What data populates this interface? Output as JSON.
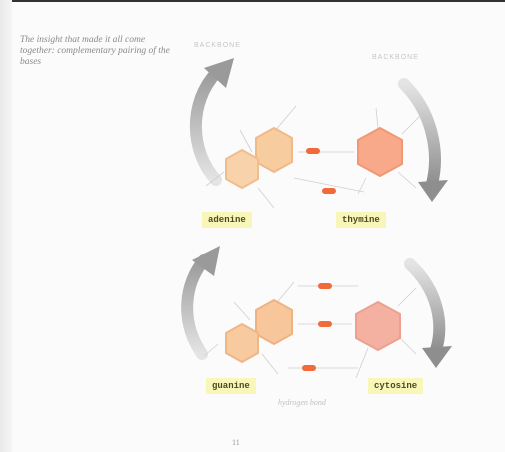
{
  "caption": "The insight that made it all come together: complementary pairing of the bases",
  "strand_labels": {
    "left": "BACKBONE",
    "right": "BACKBONE"
  },
  "bases": {
    "adenine": "adenine",
    "thymine": "thymine",
    "guanine": "guanine",
    "cytosine": "cytosine"
  },
  "hydrogen_bond_label": "hydrogen bond",
  "page_number": "11",
  "colors": {
    "label_highlight": "#f8f6b8",
    "purine": "#f6c89a",
    "pyrimidine": "#f6a88a",
    "hydrogen_bond": "#f26a3a",
    "arrow": "#a9a9a9"
  }
}
